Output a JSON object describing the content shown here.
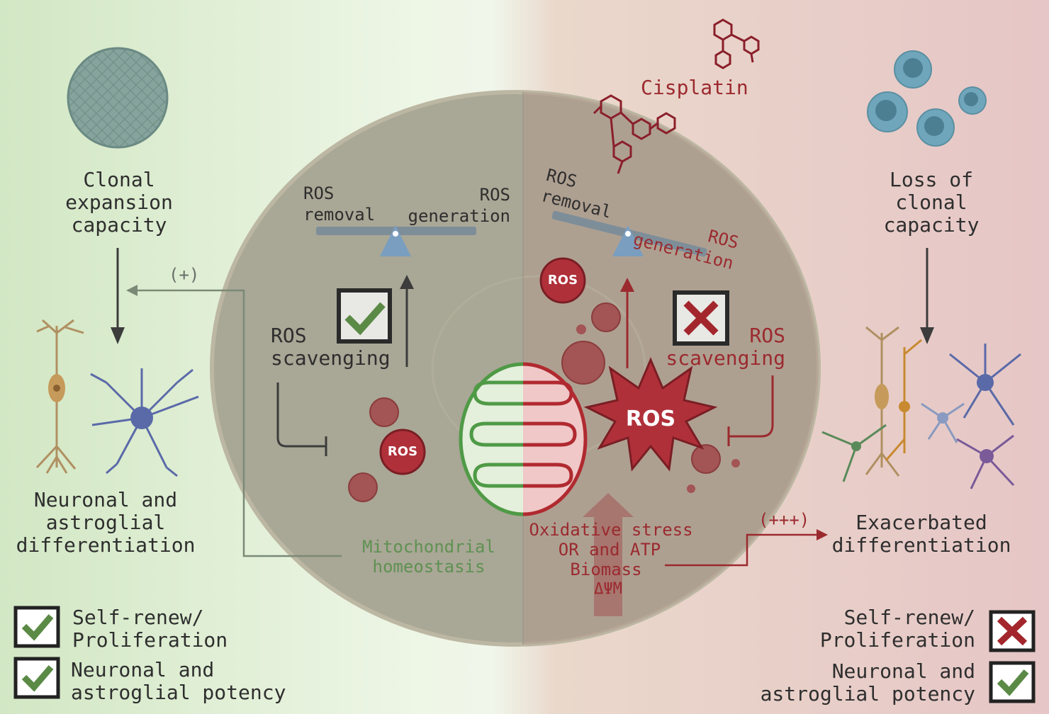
{
  "left_panel": {
    "clonal_label": "Clonal\nexpansion\ncapacity",
    "differentiation_label": "Neuronal and\nastroglial\ndifferentiation",
    "feedback_label": "(+)",
    "legend": [
      {
        "text": "Self-renew/\nProliferation",
        "status": "check"
      },
      {
        "text": "Neuronal and\nastroglial potency",
        "status": "check"
      }
    ]
  },
  "right_panel": {
    "cisplatin_label": "Cisplatin",
    "clonal_label": "Loss of\nclonal\ncapacity",
    "differentiation_label": "Exacerbated\ndifferentiation",
    "feedback_label": "(+++)",
    "legend": [
      {
        "text": "Self-renew/\nProliferation",
        "status": "cross"
      },
      {
        "text": "Neuronal and\nastroglial potency",
        "status": "check"
      }
    ]
  },
  "cell_left": {
    "ros_removal": "ROS\nremoval",
    "ros_generation": "ROS\ngeneration",
    "ros_scavenging": "ROS\nscavenging",
    "mito_label": "Mitochondrial\nhomeostasis",
    "ros_bubble": "ROS"
  },
  "cell_right": {
    "ros_removal": "ROS\nremoval",
    "ros_generation": "ROS\ngeneration",
    "ros_scavenging": "ROS\nscavenging",
    "ros_bubble": "ROS",
    "ros_burst": "ROS",
    "stress_line1": "Oxidative stress",
    "stress_line2": "OR and ATP",
    "stress_line3": "Biomass",
    "stress_line4": "ΔΨM"
  },
  "colors": {
    "healthy_green": "#5f9152",
    "stress_red": "#a3262d",
    "cell_grey": "#a9a796"
  }
}
